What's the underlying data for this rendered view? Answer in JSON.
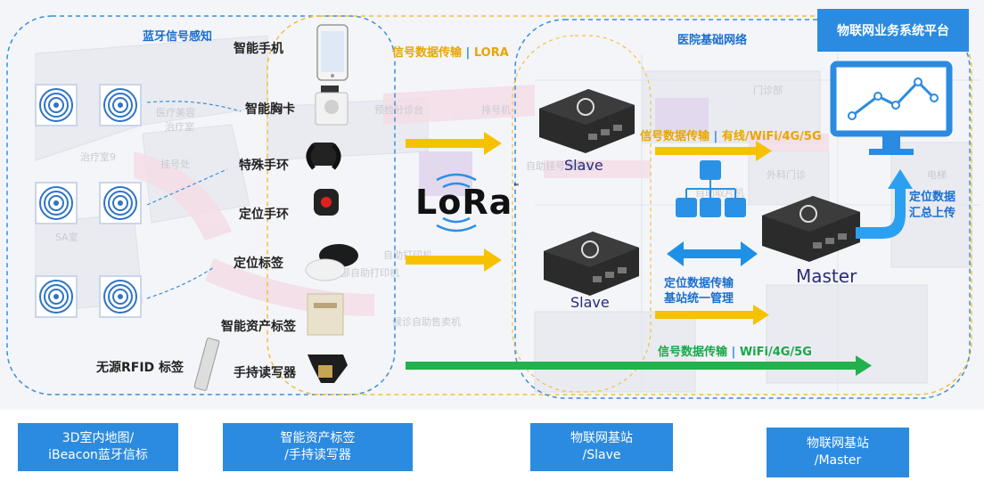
{
  "zones": {
    "bluetooth": "蓝牙信号感知",
    "hospital_network": "医院基础网络",
    "platform": "物联网业务系统平台"
  },
  "devices": {
    "smart_phone": "智能手机",
    "smart_badge": "智能胸卡",
    "special_bracelet": "特殊手环",
    "location_bracelet": "定位手环",
    "location_tag": "定位标签",
    "asset_tag": "智能资产标签",
    "rfid_tag": "无源RFID 标签",
    "handheld_reader": "手持读写器"
  },
  "transmissions": {
    "lora_prefix": "信号数据传输",
    "lora_suffix": "LORA",
    "wired_prefix": "信号数据传输",
    "wired_suffix": "有线/WiFi/4G/5G",
    "position_line1": "定位数据传输",
    "position_line2": "基站统一管理",
    "wifi_prefix": "信号数据传输",
    "wifi_suffix": "WiFi/4G/5G",
    "upload_line1": "定位数据",
    "upload_line2": "汇总上传",
    "separator": "|"
  },
  "lora_logo": {
    "text": "LoRa",
    "tm": "™"
  },
  "stations": {
    "slave_1": "Slave",
    "slave_2": "Slave",
    "master": "Master"
  },
  "map_text": [
    "医疗美容",
    "治疗室",
    "治疗室9",
    "SA室",
    "挂号处",
    "预检分诊台",
    "自助取片机",
    "门诊部",
    "自助挂号缴费机",
    "自助打印机",
    "门诊部自助打印机",
    "排号机",
    "候诊自助售卖机",
    "电梯",
    "外科门诊"
  ],
  "bottom_labels": {
    "map_line1": "3D室内地图/",
    "map_line2": "iBeacon蓝牙信标",
    "asset_line1": "智能资产标签",
    "asset_line2": "/手持读写器",
    "slave_line1": "物联网基站",
    "slave_line2": "/Slave",
    "master_line1": "物联网基站",
    "master_line2": "/Master"
  },
  "colors": {
    "blue": "#2b8be0",
    "dashed_blue": "#3a8fd8",
    "dashed_orange": "#f0c040",
    "arrow_yellow": "#f6c200",
    "arrow_green": "#22b14c",
    "arrow_blue": "#1e90e8"
  }
}
